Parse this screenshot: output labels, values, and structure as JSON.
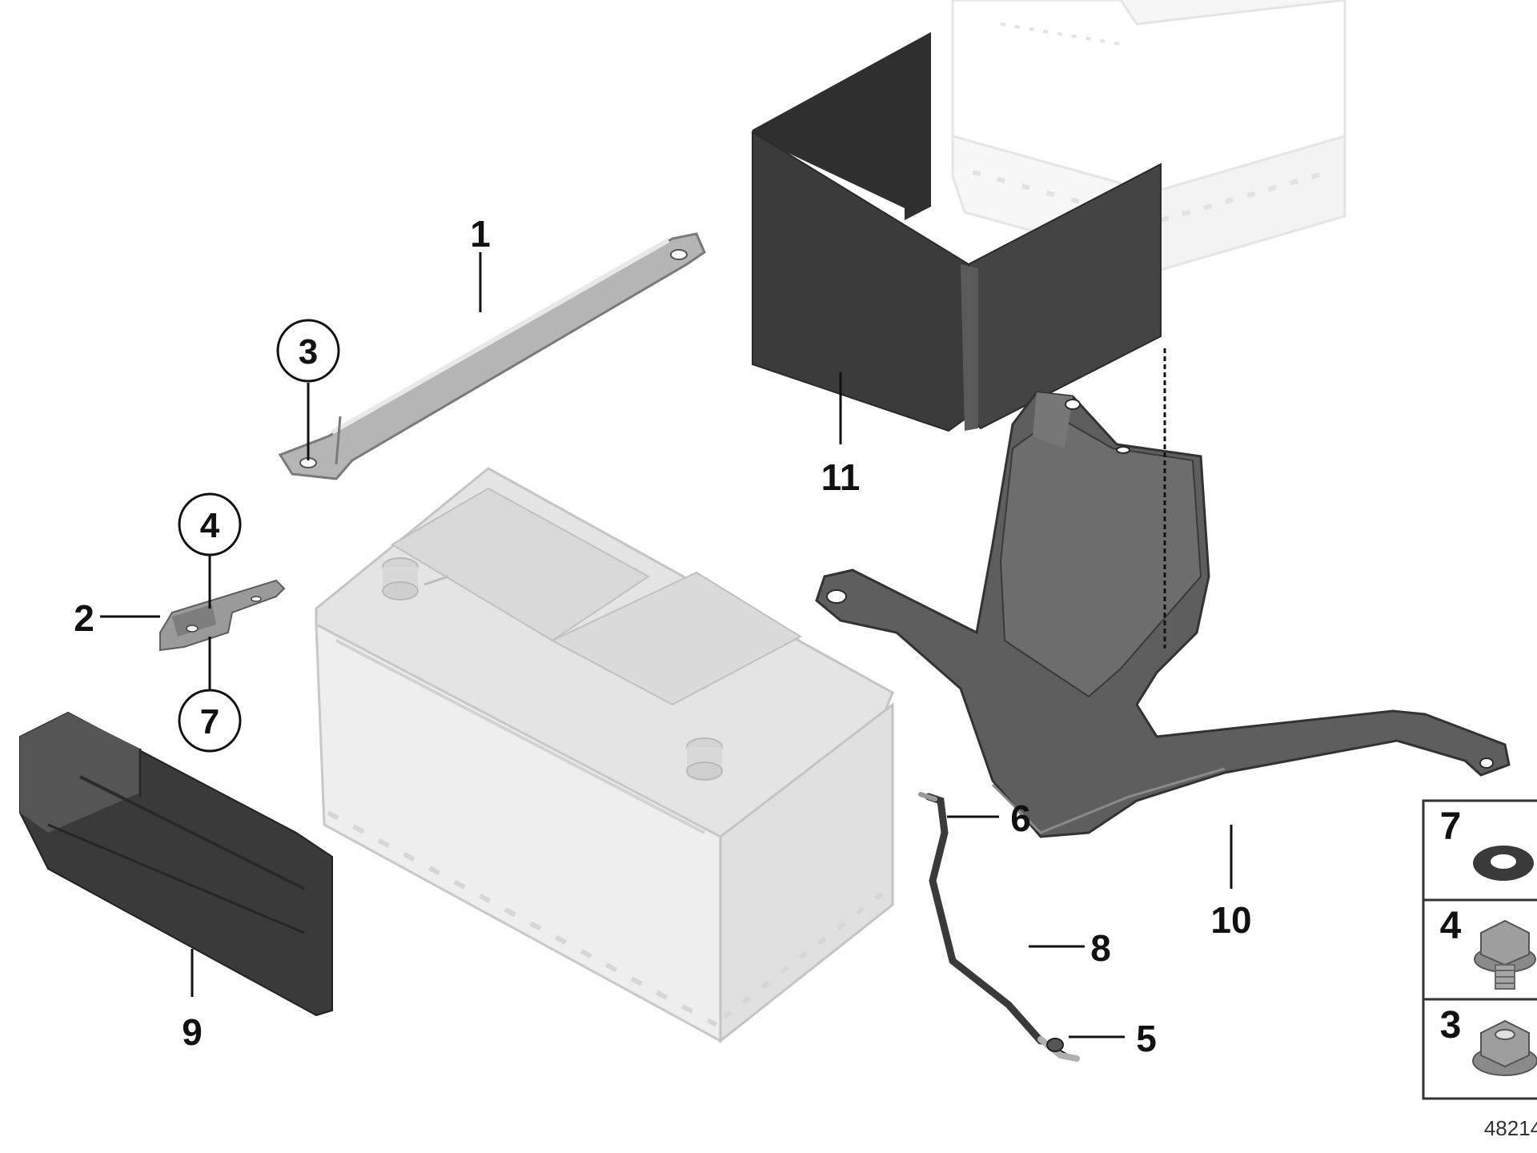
{
  "diagram": {
    "callouts": {
      "c1": "1",
      "c2": "2",
      "c3": "3",
      "c4": "4",
      "c5": "5",
      "c6": "6",
      "c7": "7",
      "c8": "8",
      "c9": "9",
      "c10": "10",
      "c11": "11"
    },
    "legend": {
      "l7": "7",
      "l4": "4",
      "l3": "3"
    },
    "reference_code": "48214"
  },
  "colors": {
    "battery_gray": "#e6e6e6",
    "part_dark": "#3a3a3a",
    "tray_gray": "#5f5f5f",
    "strap_gray": "#a8a8a8"
  }
}
